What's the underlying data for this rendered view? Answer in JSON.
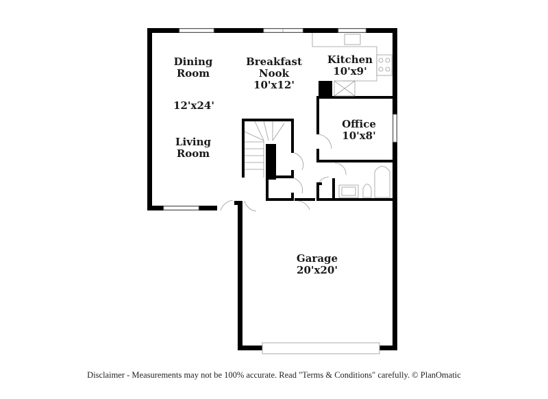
{
  "floorplan": {
    "rooms": [
      {
        "id": "dining-room",
        "name_lines": [
          "Dining",
          "Room"
        ],
        "dimensions": ""
      },
      {
        "id": "breakfast-nook",
        "name_lines": [
          "Breakfast",
          "Nook"
        ],
        "dimensions": "10'x12'"
      },
      {
        "id": "kitchen",
        "name_lines": [
          "Kitchen"
        ],
        "dimensions": "10'x9'"
      },
      {
        "id": "dining-living-dims",
        "name_lines": [],
        "dimensions": "12'x24'"
      },
      {
        "id": "living-room",
        "name_lines": [
          "Living",
          "Room"
        ],
        "dimensions": ""
      },
      {
        "id": "office",
        "name_lines": [
          "Office"
        ],
        "dimensions": "10'x8'"
      },
      {
        "id": "garage",
        "name_lines": [
          "Garage"
        ],
        "dimensions": "20'x20'"
      }
    ],
    "colors": {
      "wall": "#000000",
      "fixture": "#999999",
      "window": "#cccccc",
      "background": "#ffffff"
    }
  },
  "footer": {
    "disclaimer": "Disclaimer - Measurements may not be 100% accurate. Read \"Terms & Conditions\" carefully. © PlanOmatic"
  }
}
